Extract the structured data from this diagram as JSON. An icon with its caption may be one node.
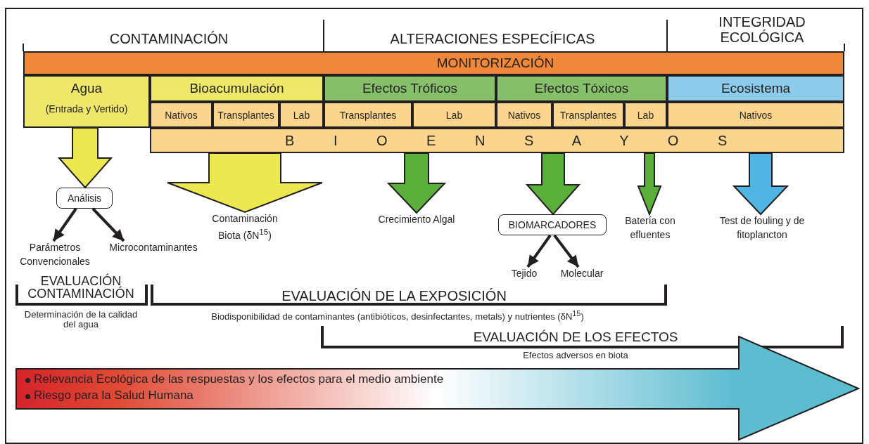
{
  "diagram": {
    "nodes": [
      {
        "text": [
          "MONITORIZACIÓN"
        ]
      },
      {
        "text": [
          "Agua",
          "(Entrada y Vertido)"
        ]
      },
      {
        "text": [
          "Bioacumulación"
        ]
      },
      {
        "text": [
          "Efectos Tróficos"
        ]
      },
      {
        "text": [
          "Efectos Tóxicos"
        ]
      },
      {
        "text": [
          "Ecosistema"
        ]
      },
      {
        "text": [
          "Nativos"
        ]
      },
      {
        "text": [
          "Transplantes"
        ]
      },
      {
        "text": [
          "Lab"
        ]
      },
      {
        "text": [
          "Transplantes"
        ]
      },
      {
        "text": [
          "Lab"
        ]
      },
      {
        "text": [
          "Nativos"
        ]
      },
      {
        "text": [
          "Transplantes"
        ]
      },
      {
        "text": [
          "Lab"
        ]
      },
      {
        "text": [
          "Nativos"
        ]
      },
      {
        "text": [
          "B I O E N S A Y O S"
        ]
      },
      {
        "text": [
          "Análisis"
        ]
      },
      {
        "text": [
          "Parámetros Convencionales"
        ]
      },
      {
        "text": [
          "Microcontaminantes"
        ]
      },
      {
        "text": [
          "Contaminación Biota (δN$^{15}$)"
        ]
      },
      {
        "text": [
          "Crecimiento Algal"
        ]
      },
      {
        "text": [
          "BIOMARCADORES"
        ]
      },
      {
        "text": [
          "Tejido"
        ]
      },
      {
        "text": [
          "Molecular"
        ]
      },
      {
        "text": [
          "Batería con efluentes"
        ]
      },
      {
        "text": [
          "Test de fouling y de fitoplancton"
        ]
      },
      {
        "text": [
          "Relevancia Ecológica de las respuestas y los efectos para el medio ambiente",
          "Riesgo para la Salud Humana"
        ]
      }
    ],
    "edges": [
      {
        "from": 1,
        "to": 16,
        "arrow": "to",
        "style": "thick",
        "color": "#ece84f"
      },
      {
        "from": 16,
        "to": 17,
        "arrow": "to"
      },
      {
        "from": 16,
        "to": 18,
        "arrow": "to"
      },
      {
        "from": 15,
        "to": 19,
        "arrow": "to",
        "style": "thick",
        "color": "#ece84f"
      },
      {
        "from": 15,
        "to": 20,
        "arrow": "to",
        "style": "thick",
        "color": "#5aae3a"
      },
      {
        "from": 15,
        "to": 21,
        "arrow": "to",
        "style": "thick",
        "color": "#5aae3a"
      },
      {
        "from": 15,
        "to": 24,
        "arrow": "to",
        "style": "thick",
        "color": "#5aae3a"
      },
      {
        "from": 15,
        "to": 25,
        "arrow": "to",
        "style": "thick",
        "color": "#4fb5e3"
      },
      {
        "from": 21,
        "to": 22,
        "arrow": "to"
      },
      {
        "from": 21,
        "to": 23,
        "arrow": "to"
      }
    ],
    "labels": [
      "CONTAMINACIÓN",
      "ALTERACIONES ESPECÍFICAS",
      "INTEGRIDAD ECOLÓGICA",
      "EVALUACIÓN CONTAMINACIÓN",
      "EVALUACIÓN DE LA EXPOSICIÓN",
      "Determinación de la calidad del agua",
      "Biodisponibilidad de contaminantes (antibióticos, desinfectantes, metals) y nutrientes (δN$^{15}$)",
      "EVALUACIÓN DE LOS EFECTOS",
      "Efectos adversos en biota"
    ]
  }
}
